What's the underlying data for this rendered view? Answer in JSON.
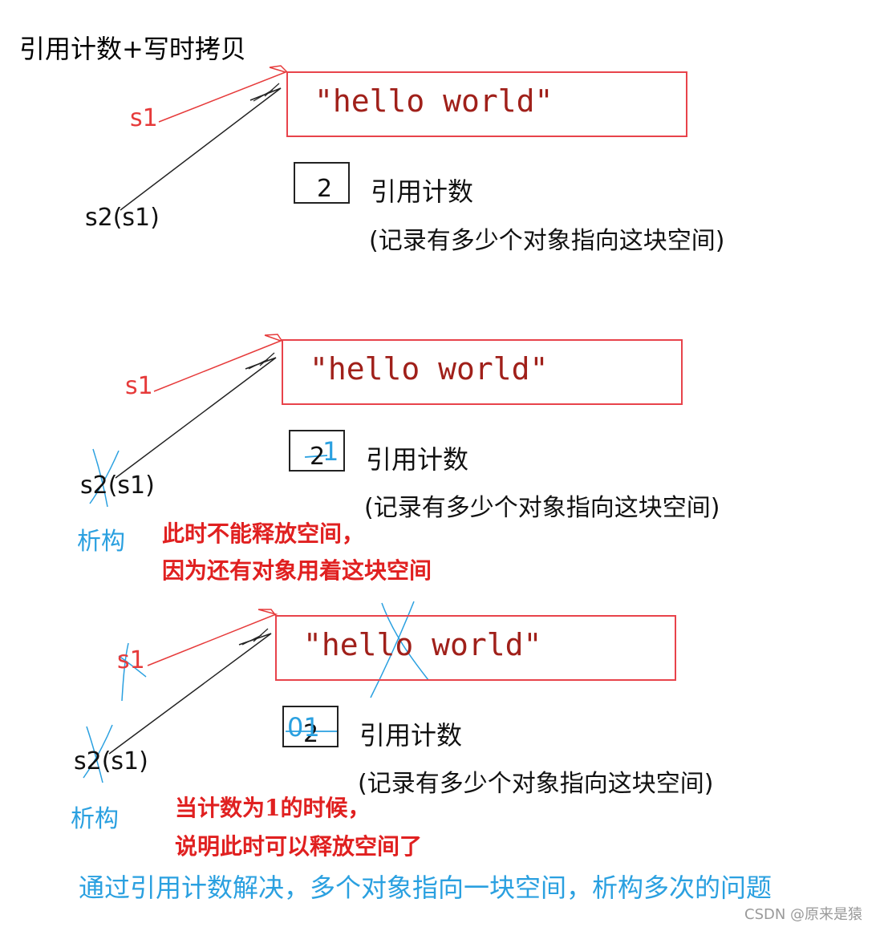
{
  "title": "引用计数+写时拷贝",
  "string_literal": "\"hello world\"",
  "panels": [
    {
      "var1": "s1",
      "var2": "s2(s1)",
      "count_value": "2",
      "count_label": "引用计数",
      "count_desc": "(记录有多少个对象指向这块空间)"
    },
    {
      "var1": "s1",
      "var2": "s2(s1)",
      "count_value": "2",
      "count_new": "1",
      "count_label": "引用计数",
      "count_desc": "(记录有多少个对象指向这块空间)",
      "destruct_label": "析构",
      "note_line1": "此时不能释放空间，",
      "note_line2": "因为还有对象用着这块空间"
    },
    {
      "var1": "s1",
      "var2": "s2(s1)",
      "count_value": "2",
      "count_new": "01",
      "count_label": "引用计数",
      "count_desc": "(记录有多少个对象指向这块空间)",
      "destruct_label": "析构",
      "note_line1": "当计数为1的时候，",
      "note_line2": "说明此时可以释放空间了"
    }
  ],
  "summary": "通过引用计数解决，多个对象指向一块空间，析构多次的问题",
  "watermark": "CSDN @原来是猿",
  "colors": {
    "red": "#e63a3a",
    "dark_red": "#a0201a",
    "blue": "#2aa0e0",
    "black": "#111111"
  }
}
